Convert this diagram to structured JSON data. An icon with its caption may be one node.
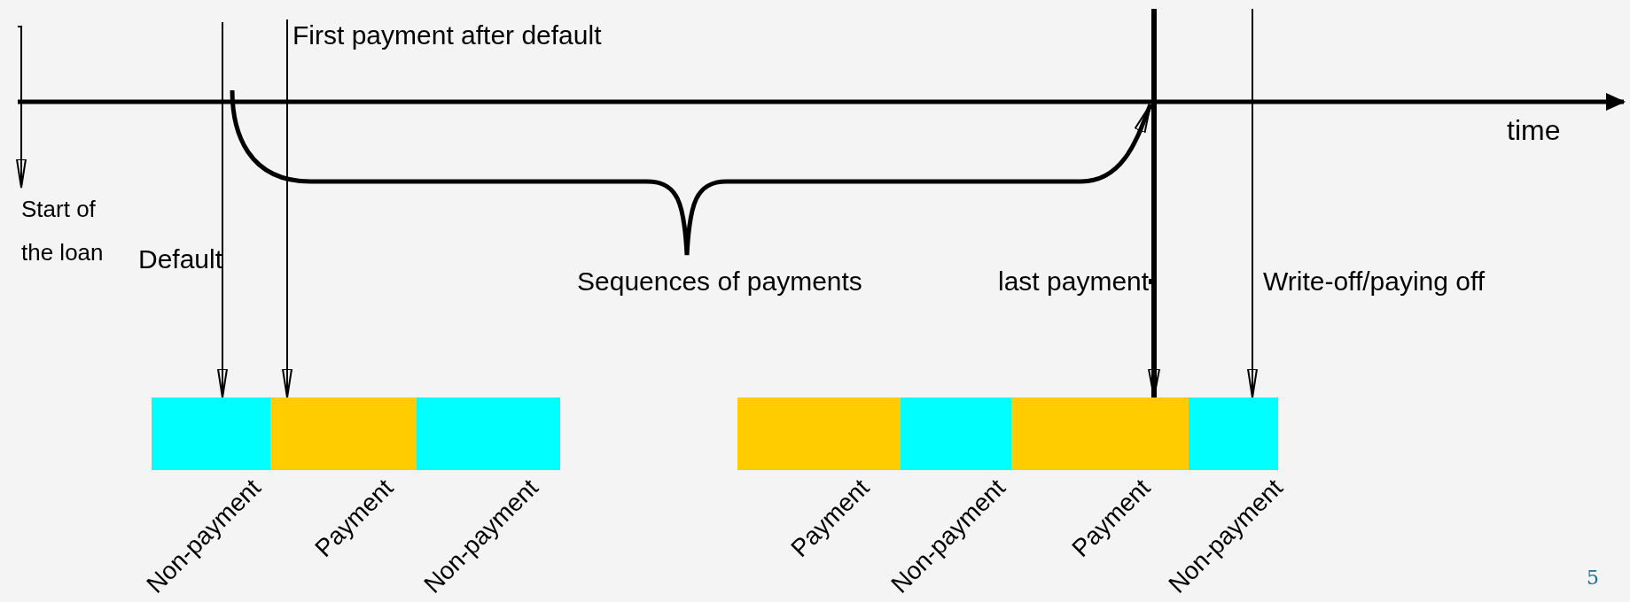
{
  "diagram": {
    "nodes": [
      {
        "text": [
          "Start of the loan"
        ]
      },
      {
        "text": [
          "Default"
        ]
      },
      {
        "text": [
          "First payment after default"
        ]
      },
      {
        "text": [
          "last payment"
        ]
      },
      {
        "text": [
          "Write-off/paying off"
        ]
      },
      {
        "text": [
          "Non-payment"
        ]
      },
      {
        "text": [
          "Payment"
        ]
      },
      {
        "text": [
          "Non-payment"
        ]
      },
      {
        "text": [
          "Payment"
        ]
      },
      {
        "text": [
          "Non-payment"
        ]
      },
      {
        "text": [
          "Payment"
        ]
      },
      {
        "text": [
          "Non-payment"
        ]
      }
    ],
    "edges": [
      {
        "from": null,
        "to": 0,
        "arrow": "to"
      },
      {
        "from": 1,
        "to": 5,
        "arrow": "to"
      },
      {
        "from": 2,
        "to": 6,
        "arrow": "to"
      },
      {
        "from": 3,
        "to": 10,
        "arrow": "to",
        "style": "thick"
      },
      {
        "from": 4,
        "to": 11,
        "arrow": "to"
      }
    ],
    "labels": [
      "time",
      "Sequences of payments",
      "5"
    ]
  }
}
